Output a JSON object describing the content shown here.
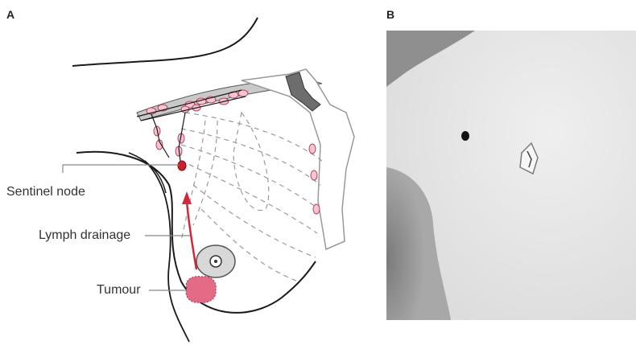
{
  "figure": {
    "panel_a": {
      "letter": "A",
      "labels": {
        "sentinel_node": "Sentinel node",
        "lymph_drainage": "Lymph drainage",
        "tumour": "Tumour"
      }
    },
    "panel_b": {
      "letter": "B"
    }
  },
  "colors": {
    "lymph_node_fill": "#f3c6cf",
    "lymph_node_stroke": "#b04060",
    "sentinel_node": "#d11f2a",
    "drainage_arrow": "#d2283a",
    "tumour": "#e46b86",
    "line": "#1a1a1a",
    "dashed": "#9a9a9a",
    "scan_background": "#e9e9e9",
    "scan_dark": "#8a8a8a"
  },
  "icons": {
    "drainage_arrow": "arrow-up-icon"
  }
}
